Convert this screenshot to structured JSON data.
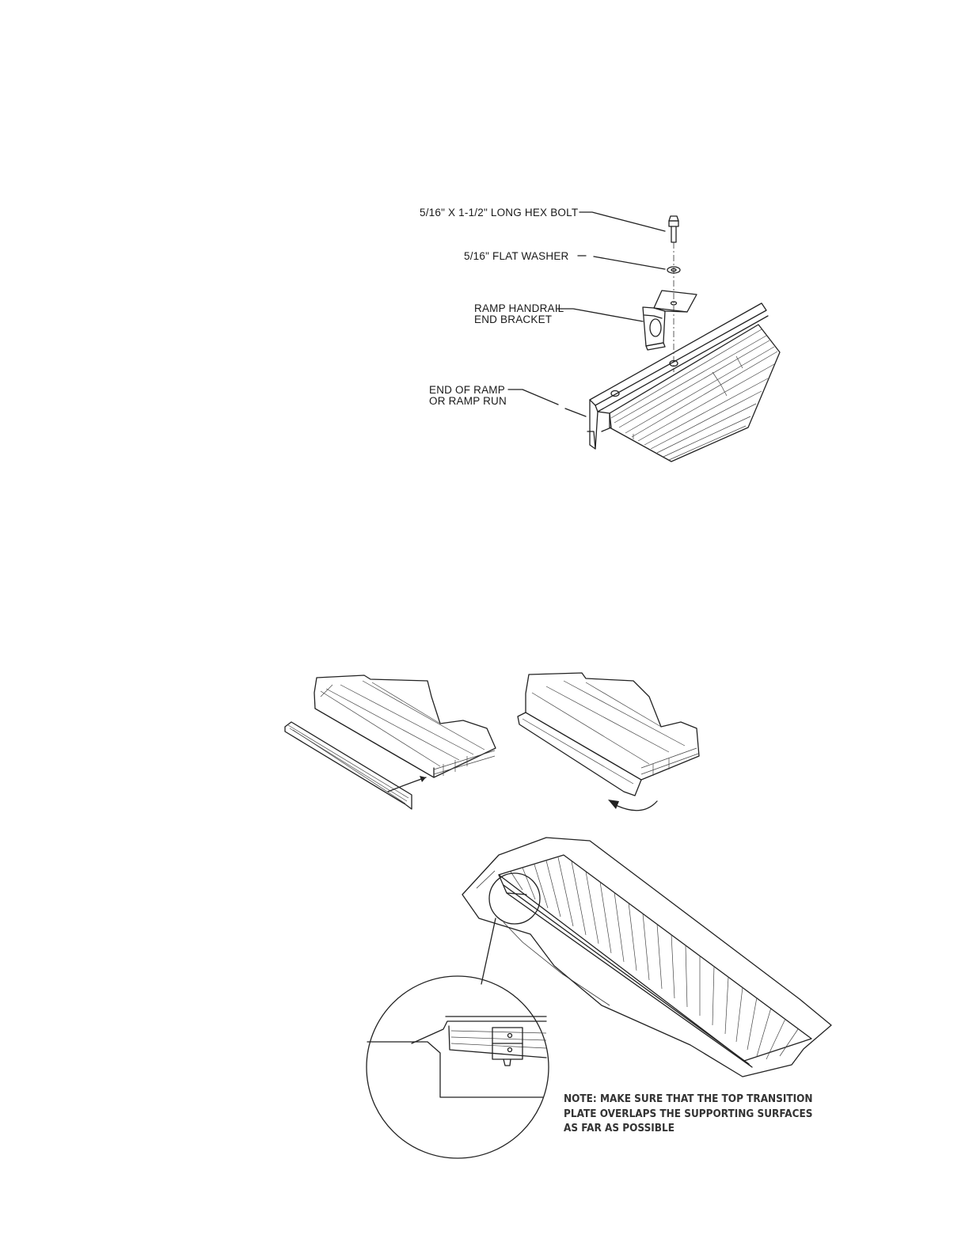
{
  "labels": {
    "bolt": "5/16\" X 1-1/2\" LONG HEX BOLT",
    "washer": "5/16\" FLAT WASHER",
    "bracket_line1": "RAMP HANDRAIL",
    "bracket_line2": "END BRACKET",
    "ramp_end_line1": "END OF RAMP",
    "ramp_end_line2": "OR RAMP RUN"
  },
  "note": {
    "line1": "NOTE:  MAKE SURE THAT THE TOP TRANSITION",
    "line2": "PLATE OVERLAPS THE SUPPORTING SURFACES",
    "line3": "AS FAR AS POSSIBLE"
  }
}
